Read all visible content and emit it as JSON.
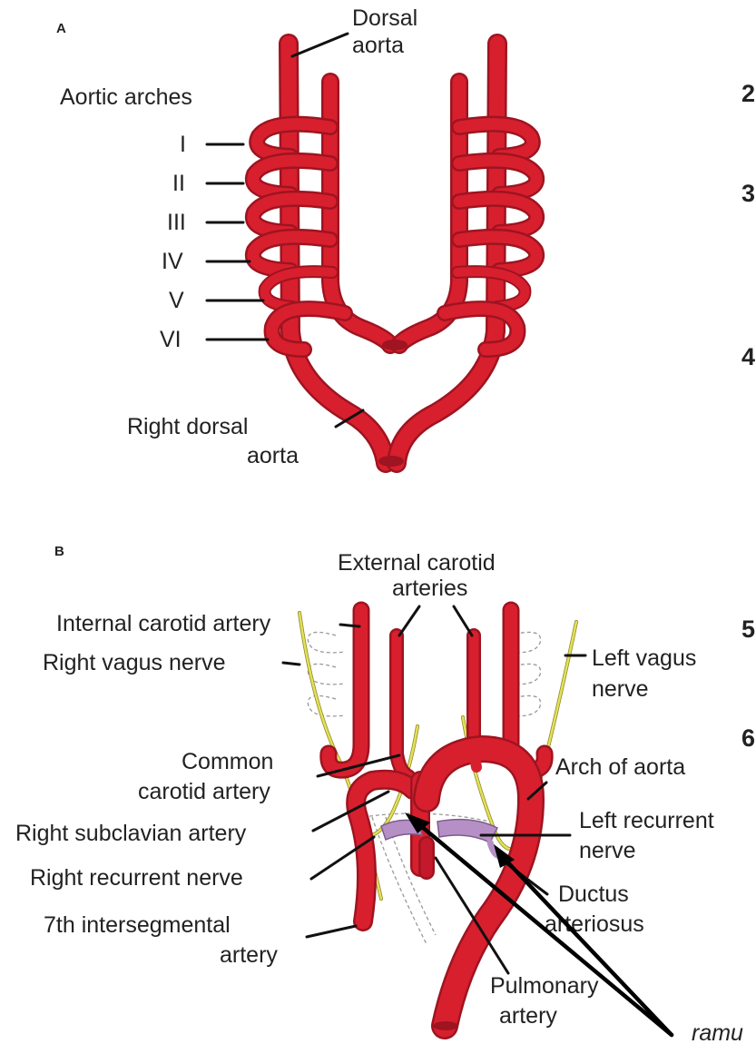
{
  "panel_a": {
    "tag": "A",
    "labels": {
      "dorsal_aorta_1": "Dorsal",
      "dorsal_aorta_2": "aorta",
      "aortic_arches": "Aortic arches",
      "right_dorsal_aorta_1": "Right dorsal",
      "right_dorsal_aorta_2": "aorta"
    },
    "arches": [
      "I",
      "II",
      "III",
      "IV",
      "V",
      "VI"
    ]
  },
  "panel_b": {
    "tag": "B",
    "labels": {
      "ext_carotid_1": "External carotid",
      "ext_carotid_2": "arteries",
      "internal_carotid": "Internal carotid artery",
      "right_vagus": "Right vagus nerve",
      "left_vagus_1": "Left vagus",
      "left_vagus_2": "nerve",
      "common_carotid_1": "Common",
      "common_carotid_2": "carotid artery",
      "arch_of_aorta": "Arch of aorta",
      "right_subclavian": "Right subclavian artery",
      "left_recurrent_1": "Left recurrent",
      "left_recurrent_2": "nerve",
      "right_recurrent": "Right recurrent nerve",
      "ductus_1": "Ductus",
      "ductus_2": "arteriosus",
      "intersegmental_1": "7th intersegmental",
      "intersegmental_2": "artery",
      "pulmonary_1": "Pulmonary",
      "pulmonary_2": "artery"
    }
  },
  "edge_numbers": [
    "2",
    "3",
    "4",
    "5",
    "6"
  ],
  "ramu_text": "ramu",
  "colors": {
    "artery": "#d81f2e",
    "artery_dark": "#9e1420",
    "nerve": "#e4e05a",
    "ductus": "#b68fc6",
    "leader": "#111111"
  }
}
